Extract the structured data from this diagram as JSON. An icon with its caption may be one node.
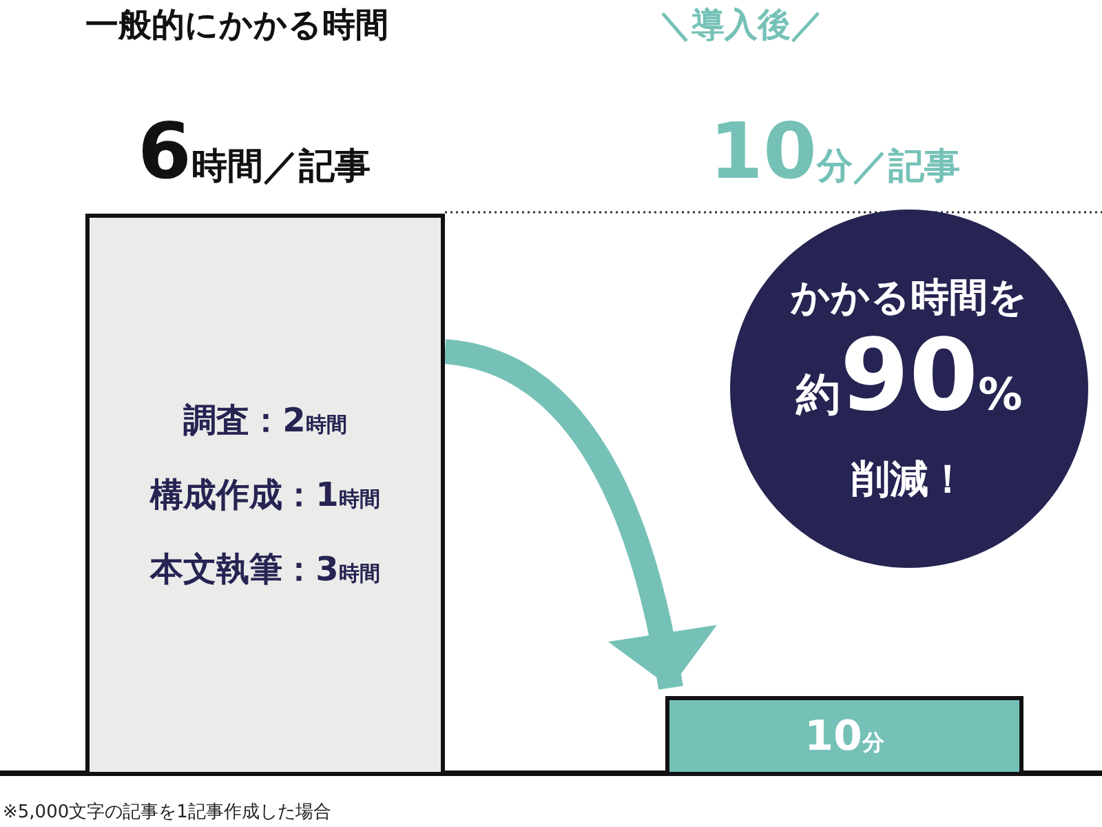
{
  "diagram": {
    "nodes": [
      {
        "text": [
          "調査：2時間",
          "構成作成：1時間",
          "本文執筆：3時間"
        ]
      },
      {
        "text": [
          "かかる時間を",
          "約90%",
          "削減！"
        ]
      },
      {
        "text": [
          "10分"
        ]
      }
    ],
    "edges": [
      {
        "from": 0,
        "to": 2,
        "arrow": "to"
      }
    ],
    "labels": [
      "一般的にかかる時間",
      "＼導入後／",
      "6時間／記事",
      "10分／記事",
      "※5,000文字の記事を1記事作成した場合"
    ]
  }
}
